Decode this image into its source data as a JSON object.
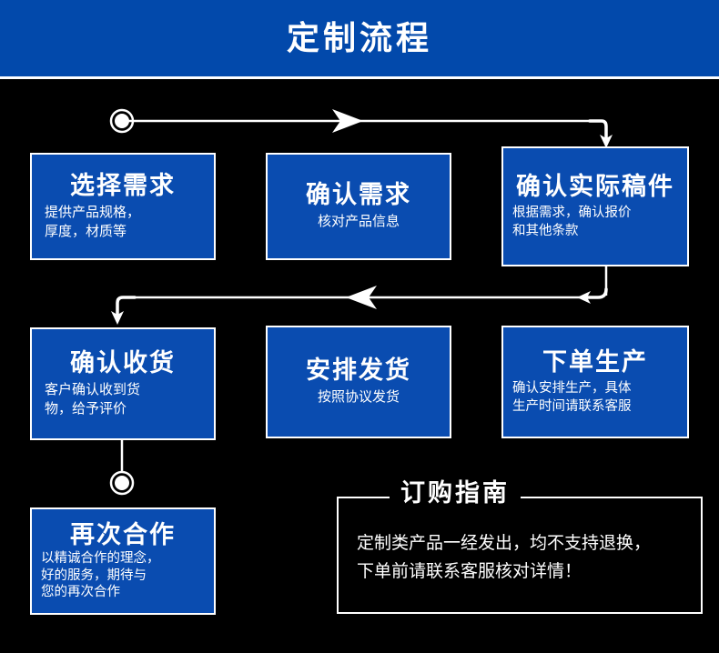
{
  "header": {
    "title": "定制流程"
  },
  "colors": {
    "banner_blue": "#0249ab",
    "card_blue": "#0a4cb0",
    "background": "#000000",
    "stroke": "#ffffff"
  },
  "steps": [
    {
      "id": "step-1",
      "title": "选择需求",
      "desc_lines": [
        "提供产品规格，",
        "厚度，材质等"
      ]
    },
    {
      "id": "step-2",
      "title": "确认需求",
      "desc_lines": [
        "核对产品信息"
      ]
    },
    {
      "id": "step-3",
      "title": "确认实际稿件",
      "desc_lines": [
        "根据需求，确认报价",
        "和其他条款"
      ]
    },
    {
      "id": "step-4",
      "title": "确认收货",
      "desc_lines": [
        "客户确认收到货",
        "物，给予评价"
      ]
    },
    {
      "id": "step-5",
      "title": "安排发货",
      "desc_lines": [
        "按照协议发货"
      ]
    },
    {
      "id": "step-6",
      "title": "下单生产",
      "desc_lines": [
        "确认安排生产，具体",
        "生产时间请联系客服"
      ]
    },
    {
      "id": "step-7",
      "title": "再次合作",
      "desc_lines": [
        "以精诚合作的理念，",
        "好的服务，期待与",
        "您的再次合作"
      ]
    }
  ],
  "guide": {
    "title": "订购指南",
    "lines": [
      "定制类产品一经发出，均不支持退换，",
      "下单前请联系客服核对详情！"
    ]
  },
  "flow_markers": {
    "start_circle": "start-node",
    "end_circle": "end-node",
    "arrow_right": "arrow-right",
    "arrow_left": "arrow-left",
    "arrow_down": "arrow-down"
  }
}
